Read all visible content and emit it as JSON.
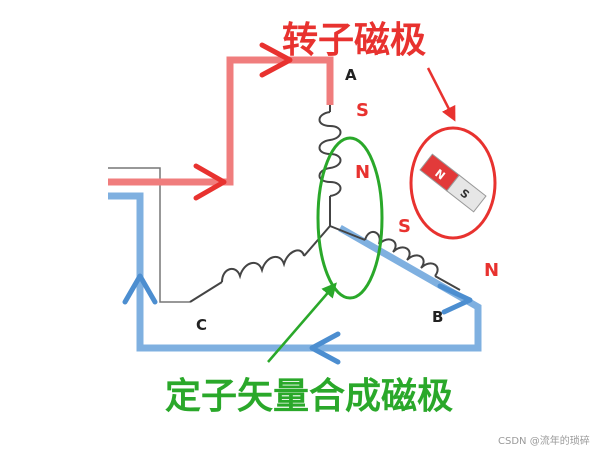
{
  "labels": {
    "rotor_pole": "转子磁极",
    "stator_pole": "定子矢量合成磁极",
    "phase_a": "A",
    "phase_b": "B",
    "phase_c": "C",
    "s_top": "S",
    "n_mid": "N",
    "s_right": "S",
    "n_right": "N",
    "magnet_n": "N",
    "magnet_s": "S"
  },
  "watermark": "CSDN @流年的琐碎",
  "colors": {
    "red": "#e8322f",
    "red_path": "#f07d7d",
    "blue": "#4c8ed0",
    "blue_path": "#7fb0e0",
    "green": "#2aa82a",
    "coil": "#444444"
  }
}
